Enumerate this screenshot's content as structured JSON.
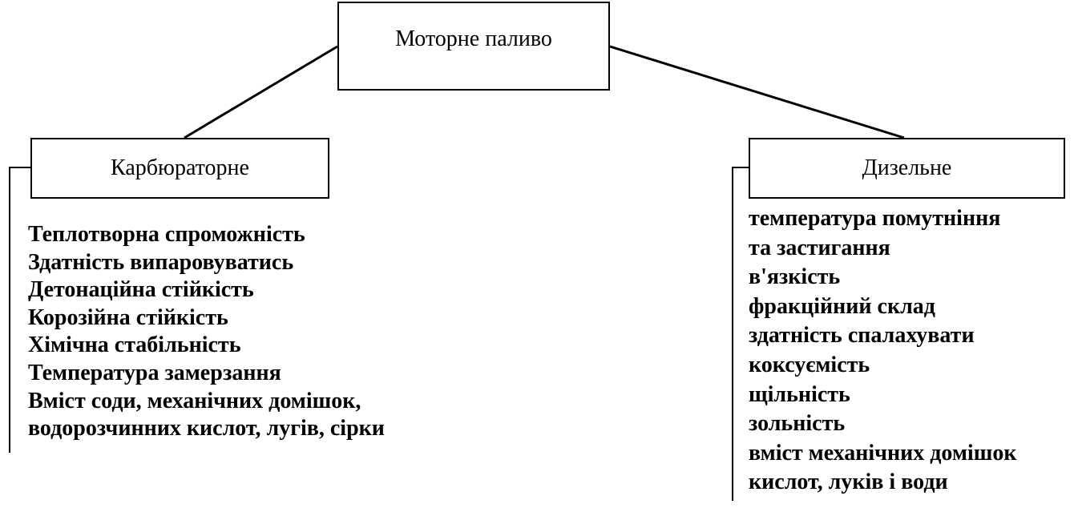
{
  "root": {
    "label": "Моторне паливо"
  },
  "branches": [
    {
      "label": "Карбюраторне",
      "items": [
        "Теплотворна спроможність",
        "Здатність випаровуватись",
        "Детонаційна стійкість",
        "Корозійна стійкість",
        "Хімічна стабільність",
        "Температура замерзання",
        "Вміст соди, механічних домішок,",
        "водорозчинних кислот, лугів, сірки"
      ]
    },
    {
      "label": "Дизельне",
      "items": [
        "температура помутніння",
        "та застигання",
        "в'язкість",
        "фракційний склад",
        "здатність спалахувати",
        "коксуємість",
        "щільність",
        "зольність",
        "вміст механічних домішок",
        "кислот, луків і води"
      ]
    }
  ]
}
